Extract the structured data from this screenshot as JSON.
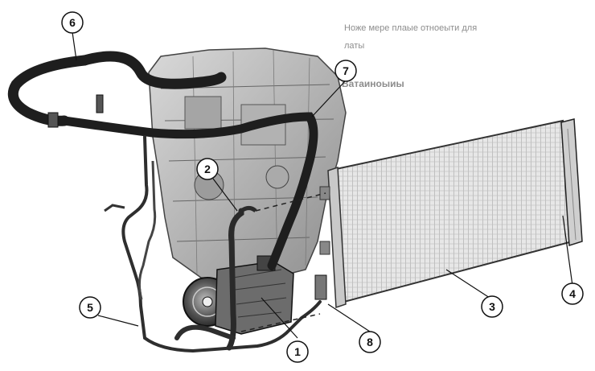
{
  "figure": {
    "background_text_lines": [
      "Ноже мере плаые отноеыти для",
      "латы",
      "Ватаиноыиы"
    ],
    "callouts": [
      {
        "id": "callout-1",
        "label": "1"
      },
      {
        "id": "callout-2",
        "label": "2"
      },
      {
        "id": "callout-3",
        "label": "3"
      },
      {
        "id": "callout-4",
        "label": "4"
      },
      {
        "id": "callout-5",
        "label": "5"
      },
      {
        "id": "callout-6",
        "label": "6"
      },
      {
        "id": "callout-7",
        "label": "7"
      },
      {
        "id": "callout-8",
        "label": "8"
      }
    ]
  }
}
